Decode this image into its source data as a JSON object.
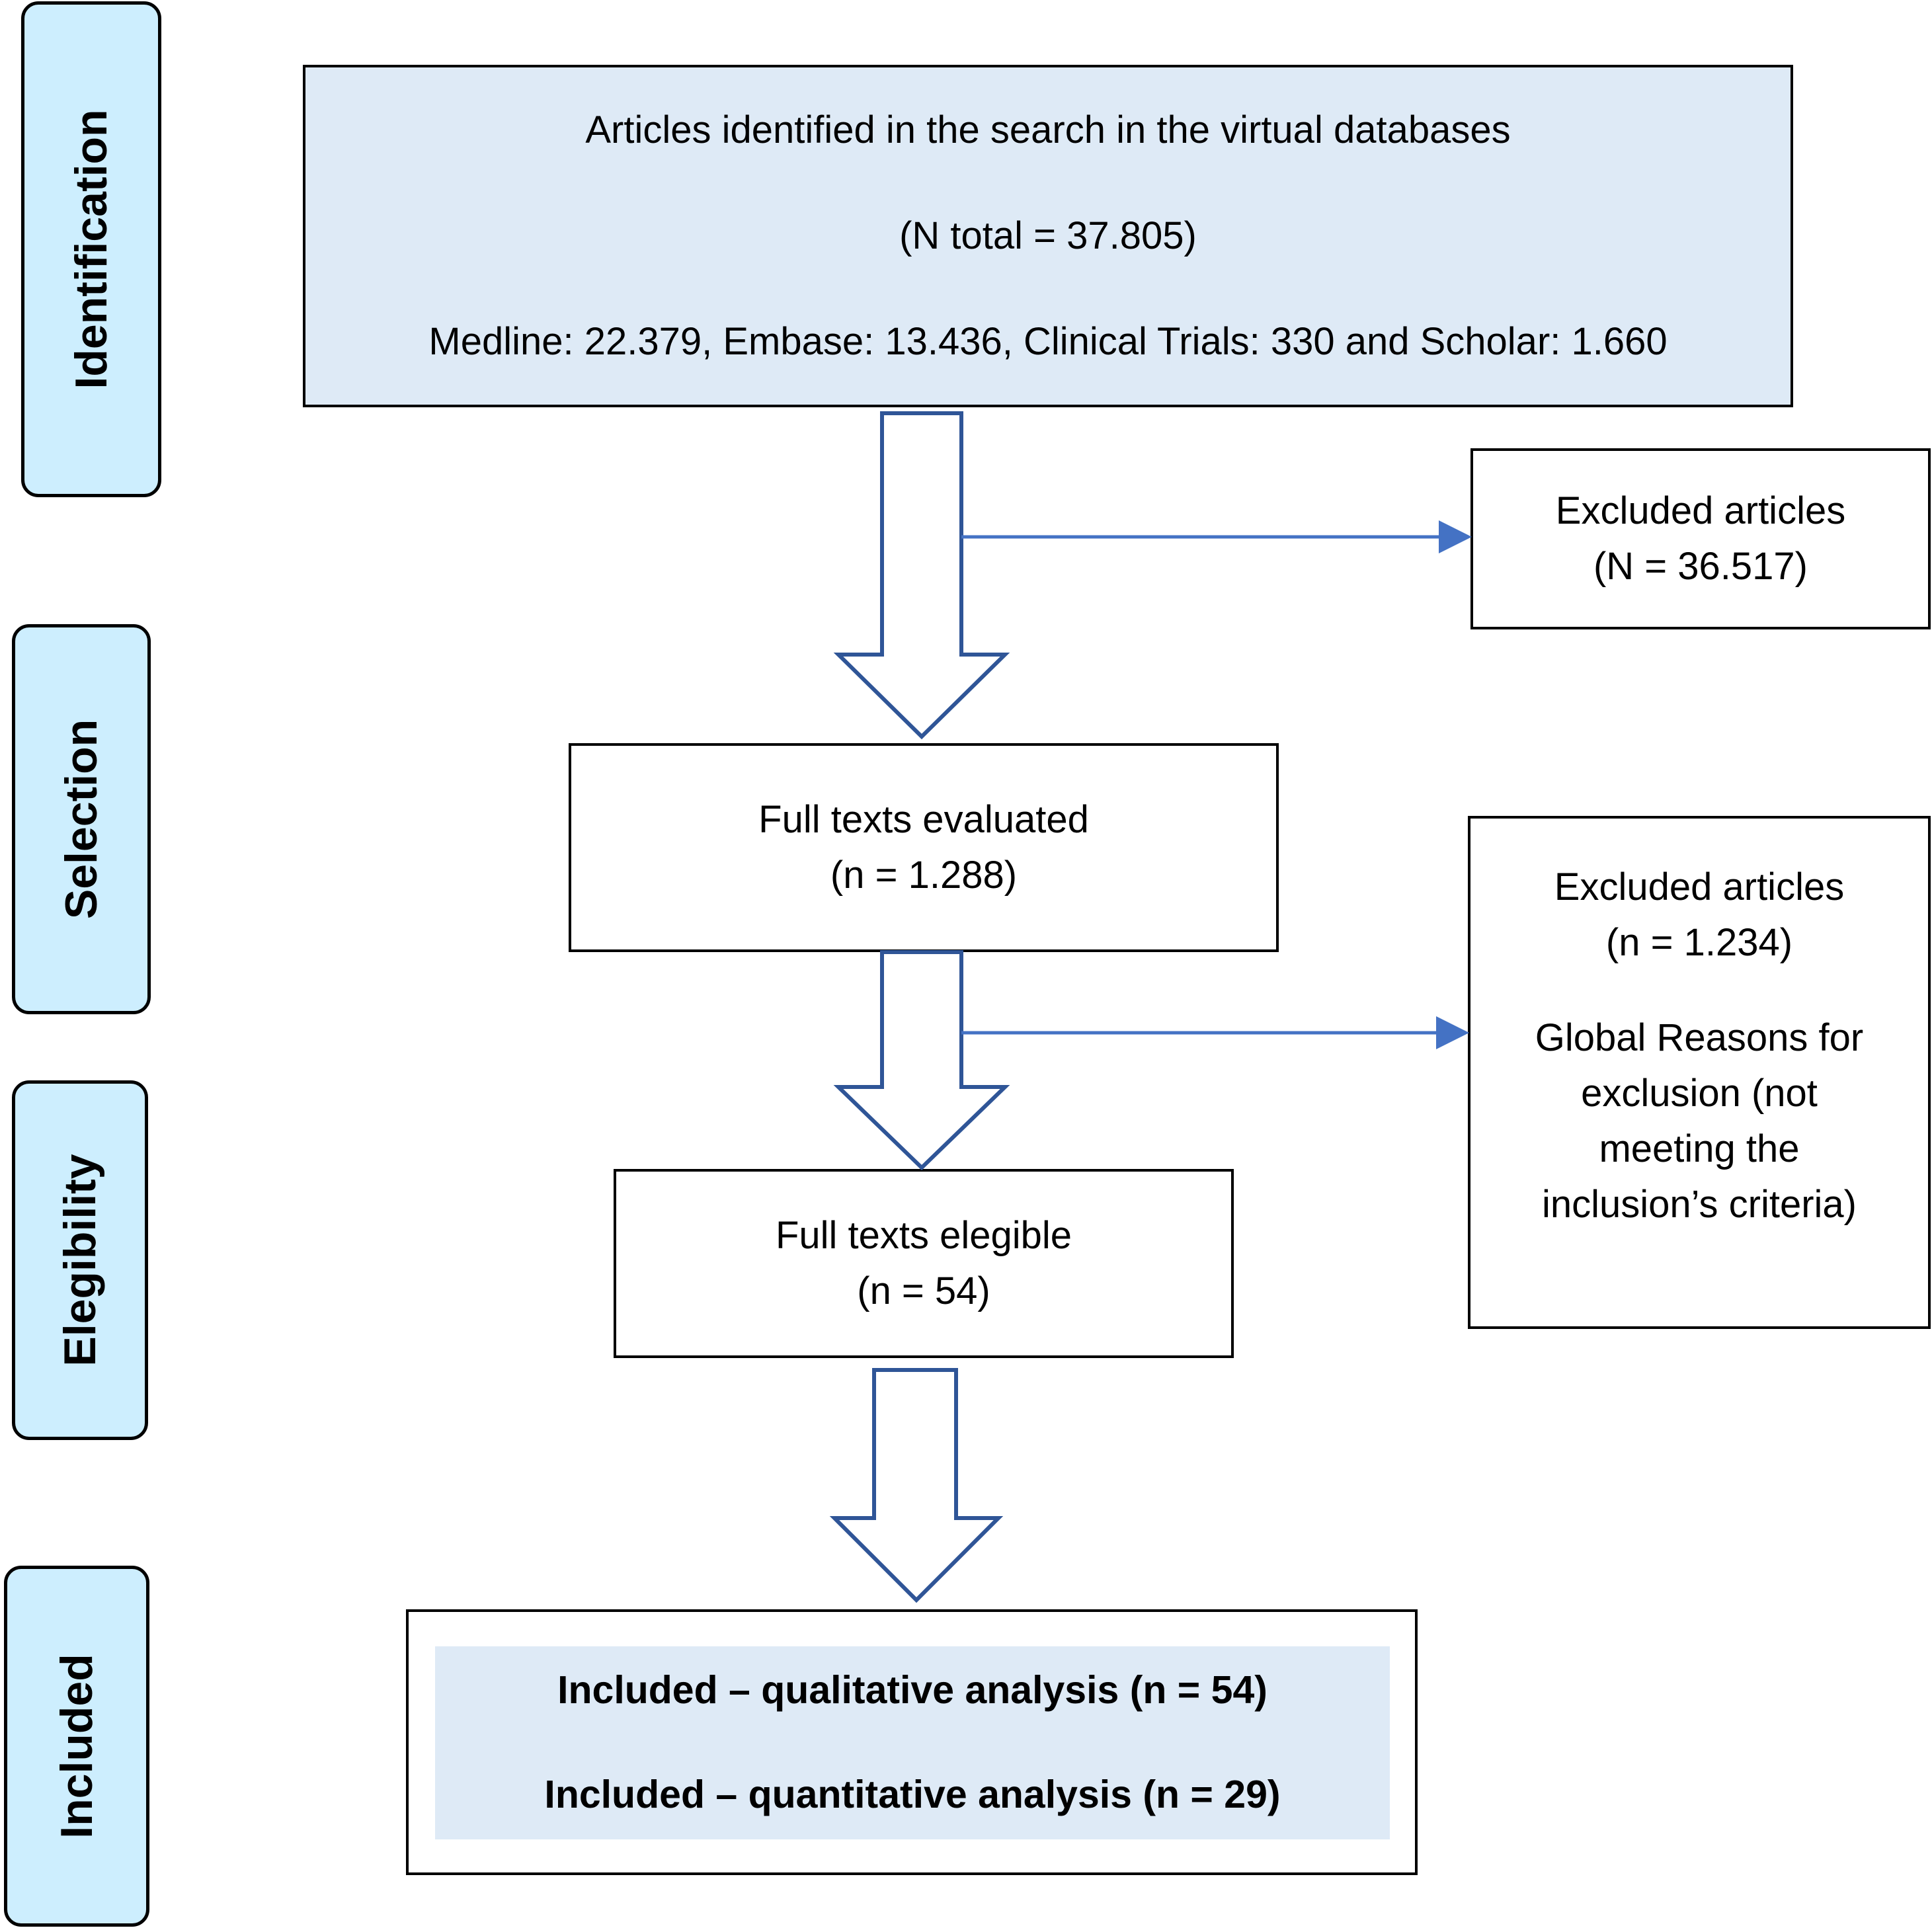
{
  "stages": {
    "identification": "Identification",
    "selection": "Selection",
    "eligibility": "Elegibility",
    "included": "Included"
  },
  "identification_box": {
    "line1": "Articles identified in the search in the virtual databases",
    "line2": "(N total = 37.805)",
    "line3": "Medline: 22.379, Embase: 13.436, Clinical Trials: 330 and Scholar: 1.660"
  },
  "excluded_box_1": {
    "line1": "Excluded articles",
    "line2": "(N = 36.517)"
  },
  "full_texts_evaluated": {
    "line1": "Full texts evaluated",
    "line2": "(n = 1.288)"
  },
  "excluded_box_2": {
    "line1": "Excluded articles",
    "line2": "(n = 1.234)",
    "reasons": [
      "Global Reasons for",
      "exclusion (not",
      "meeting the",
      "inclusion’s criteria)"
    ]
  },
  "full_texts_eligible": {
    "line1": "Full texts elegible",
    "line2": "(n = 54)"
  },
  "included_box": {
    "qualitative": "Included – qualitative analysis (n = 54)",
    "quantitative": "Included – quantitative analysis (n = 29)"
  },
  "colors": {
    "stage_fill": "#cdeefe",
    "box_fill": "#deeaf6",
    "arrow_stroke": "#2f5597",
    "connector": "#4472c4"
  }
}
